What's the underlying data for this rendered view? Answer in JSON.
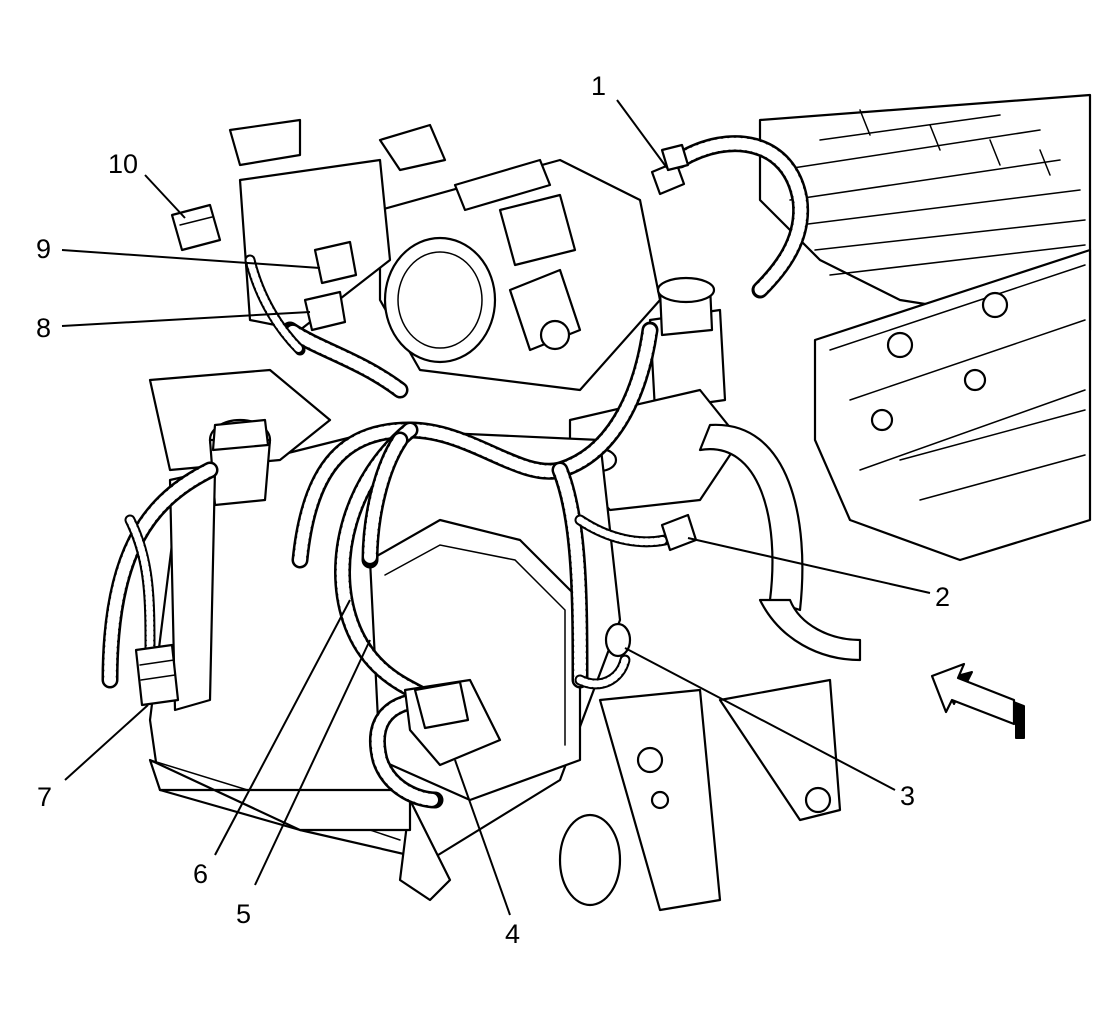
{
  "diagram": {
    "callouts": [
      {
        "id": "1",
        "label": "1"
      },
      {
        "id": "2",
        "label": "2"
      },
      {
        "id": "3",
        "label": "3"
      },
      {
        "id": "4",
        "label": "4"
      },
      {
        "id": "5",
        "label": "5"
      },
      {
        "id": "6",
        "label": "6"
      },
      {
        "id": "7",
        "label": "7"
      },
      {
        "id": "8",
        "label": "8"
      },
      {
        "id": "9",
        "label": "9"
      },
      {
        "id": "10",
        "label": "10"
      }
    ],
    "view_arrow_icon": "direction-arrow-icon",
    "colors": {
      "ink": "#000000",
      "paper": "#ffffff"
    }
  }
}
